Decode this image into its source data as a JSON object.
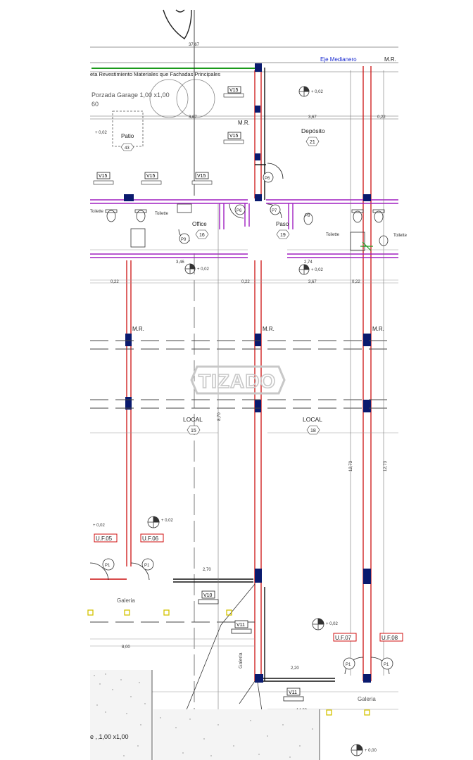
{
  "labels": {
    "top_dim": "37,67",
    "eje_medianero": "Eje Medianero",
    "mr_top": "M.R.",
    "facade_note": "eta Revestimiento Materiales que Fachadas Principales",
    "porzada": "Porzada Garage 1,00 x1,00",
    "num_60": "60",
    "mr_mid": "M.R.",
    "deposito": "Depósito",
    "deposito_num": "21",
    "patio": "Patio",
    "patio_num": "43",
    "v15_a": "V15",
    "v15_b": "V15",
    "v15_c": "V15",
    "v15_d": "V15",
    "v15_e": "V15",
    "office": "Office",
    "office_num": "16",
    "paso": "Paso",
    "paso_num": "19",
    "toilette_a": "Toilette",
    "toilette_b": "Toilette",
    "toilette_c": "Toilette",
    "toilette_d": "Toilette",
    "p6_a": "P6",
    "p6_b": "P6",
    "p7": "P7",
    "p8": "P8",
    "p9": "P9",
    "mr_l": "M.R.",
    "mr_c": "M.R.",
    "mr_r": "M.R.",
    "watermark": "TIZADO",
    "local_l": "LOCAL",
    "local_l_num": "15",
    "local_r": "LOCAL",
    "local_r_num": "18",
    "uf05": "U.F.05",
    "uf06": "U.F.06",
    "uf07": "U.F.07",
    "uf08": "U.F.08",
    "p1_a": "P1",
    "p1_b": "P1",
    "p1_c": "P1",
    "p1_d": "P1",
    "v10": "V10",
    "v11_a": "V11",
    "v11_b": "V11",
    "galeria_a": "Galeria",
    "galeria_b": "Galeria",
    "galeria_v": "Galeria",
    "bottom_note": "e , 1,00 x1,00",
    "lvl_1": "+ 0,02",
    "lvl_2": "+ 0,02",
    "lvl_3": "+ 0,02",
    "lvl_4": "+ 0,02",
    "lvl_5": "+ 0,02",
    "lvl_6": "+ 0,02",
    "lvl_7": "+ 0,02",
    "lvl_8": "+ 0,00",
    "dim_367_a": "3,67",
    "dim_367_b": "3,67",
    "dim_367_c": "3,67",
    "dim_022_a": "0,22",
    "dim_022_b": "0,22",
    "dim_022_c": "0,22",
    "dim_022_d": "0,22",
    "dim_270": "2,70",
    "dim_220": "2,20",
    "dim_274": "2,74",
    "dim_800": "8,00",
    "dim_1273_a": "12,73",
    "dim_1273_b": "12,73",
    "dim_1400": "14,00",
    "dim_870": "8,70",
    "dim_346": "3,46"
  },
  "colors": {
    "wall_red": "#cc1111",
    "partition_purple": "#a020c0",
    "column_blue": "#0a1a6e",
    "green_line": "#1a9a1a",
    "blue_text": "#1a2bd0",
    "uf_red": "#d01010",
    "window_yellow": "#d4c400",
    "line_black": "#111111",
    "watermark_gray": "#c8c8c8"
  }
}
